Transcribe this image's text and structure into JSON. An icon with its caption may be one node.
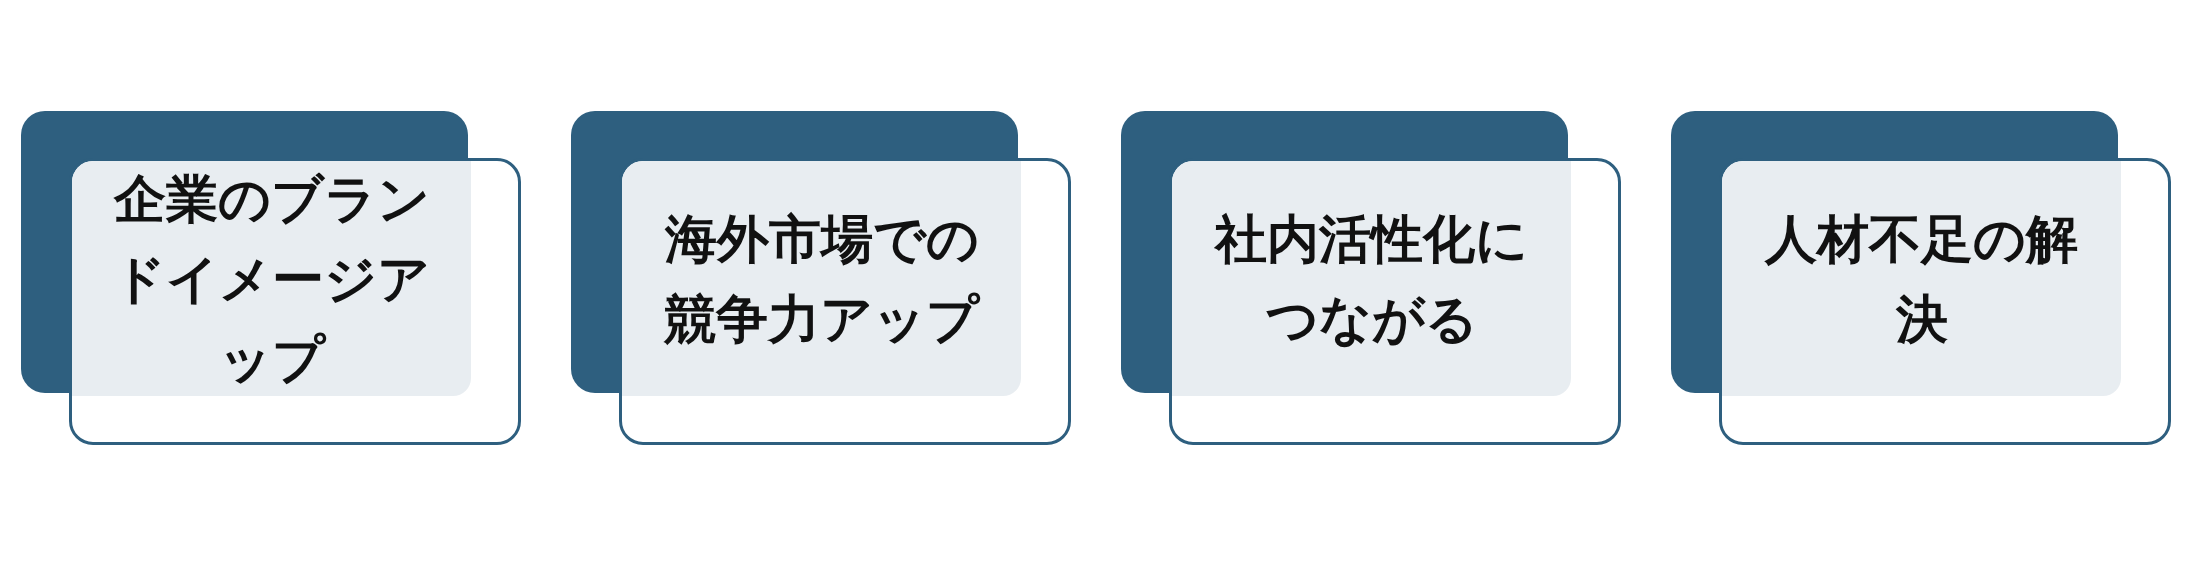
{
  "diagram": {
    "nodes": [
      {
        "text": [
          "企業のブランドイメージアップ"
        ]
      },
      {
        "text": [
          "海外市場での競争力アップ"
        ]
      },
      {
        "text": [
          "社内活性化につながる"
        ]
      },
      {
        "text": [
          "人材不足の解決"
        ]
      }
    ]
  }
}
